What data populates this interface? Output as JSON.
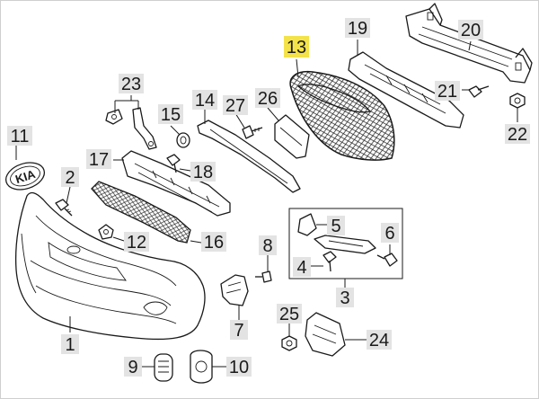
{
  "diagram": {
    "highlight_color": "#f4e24a",
    "label_bg_color": "#e3e3e3",
    "callouts": [
      {
        "id": "c1",
        "number": "1"
      },
      {
        "id": "c2",
        "number": "2"
      },
      {
        "id": "c3",
        "number": "3"
      },
      {
        "id": "c4",
        "number": "4"
      },
      {
        "id": "c5",
        "number": "5"
      },
      {
        "id": "c6",
        "number": "6"
      },
      {
        "id": "c7",
        "number": "7"
      },
      {
        "id": "c8",
        "number": "8"
      },
      {
        "id": "c9",
        "number": "9"
      },
      {
        "id": "c10",
        "number": "10"
      },
      {
        "id": "c11",
        "number": "11"
      },
      {
        "id": "c12",
        "number": "12"
      },
      {
        "id": "c13",
        "number": "13",
        "highlighted": true
      },
      {
        "id": "c14",
        "number": "14"
      },
      {
        "id": "c15",
        "number": "15"
      },
      {
        "id": "c16",
        "number": "16"
      },
      {
        "id": "c17",
        "number": "17"
      },
      {
        "id": "c18",
        "number": "18"
      },
      {
        "id": "c19",
        "number": "19"
      },
      {
        "id": "c20",
        "number": "20"
      },
      {
        "id": "c21",
        "number": "21"
      },
      {
        "id": "c22",
        "number": "22"
      },
      {
        "id": "c23",
        "number": "23"
      },
      {
        "id": "c24",
        "number": "24"
      },
      {
        "id": "c25",
        "number": "25"
      },
      {
        "id": "c26",
        "number": "26"
      },
      {
        "id": "c27",
        "number": "27"
      }
    ],
    "emblem_text": "KIA"
  }
}
